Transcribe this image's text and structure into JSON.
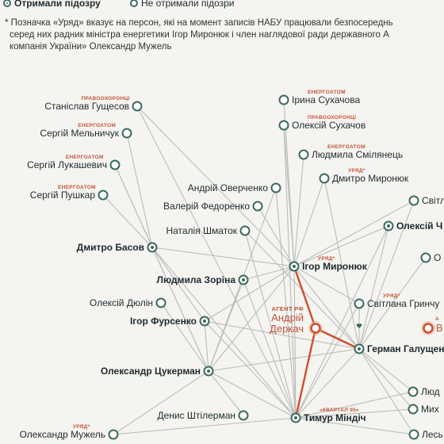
{
  "legend": {
    "suspected": "Отримали підозру",
    "not_suspected": "Не отримали підозри"
  },
  "note": {
    "line1": "* Позначка «Уряд» вказує на персон, які на момент записів НАБУ працювали безпосереднь",
    "line2": "серед них радник міністра енергетики Ігор Миронюк і член наглядової ради державного А",
    "line3": "компанія України» Олександр Мужель"
  },
  "colors": {
    "node_ring": "#3b6b5c",
    "org_tag": "#c2543a",
    "edge": "#b9bcbc",
    "highlight_edge": "#cf4d2f"
  },
  "nodes": [
    {
      "id": "gushchesov",
      "name": "Станіслав Гущесов",
      "tag": "ПРАВООХОРОНЦІ",
      "suspected": false,
      "bold": false
    },
    {
      "id": "melnychuk",
      "name": "Сергій Мельничук",
      "tag": "ЕНЕРГОАТОМ",
      "suspected": false,
      "bold": false
    },
    {
      "id": "lukashevych",
      "name": "Сергій Лукашевич",
      "tag": "ЕНЕРГОАТОМ",
      "suspected": false,
      "bold": false
    },
    {
      "id": "pushkar",
      "name": "Сергій Пушкар",
      "tag": "ЕНЕРГОАТОМ",
      "suspected": false,
      "bold": false
    },
    {
      "id": "sukhachova",
      "name": "Ірина Сухачова",
      "tag": "ЕНЕРГОАТОМ",
      "suspected": false,
      "bold": false
    },
    {
      "id": "sukhachov",
      "name": "Олексій Сухачов",
      "tag": "ПРАВООХОРОНЦІ",
      "suspected": false,
      "bold": false
    },
    {
      "id": "smilianets",
      "name": "Людмила Смілянець",
      "tag": "ЕНЕРГОАТОМ",
      "suspected": false,
      "bold": false
    },
    {
      "id": "d_myroniuk",
      "name": "Дмитро Миронюк",
      "tag": "УРЯД*",
      "suspected": false,
      "bold": false
    },
    {
      "id": "overchenko",
      "name": "Андрій Оверченко",
      "tag": "",
      "suspected": false,
      "bold": false
    },
    {
      "id": "svitl",
      "name": "Світл",
      "tag": "",
      "suspected": false,
      "bold": false
    },
    {
      "id": "fedorenko",
      "name": "Валерій Федоренко",
      "tag": "",
      "suspected": false,
      "bold": false
    },
    {
      "id": "shmatok",
      "name": "Наталія Шматок",
      "tag": "",
      "suspected": false,
      "bold": false
    },
    {
      "id": "oleksii_ch",
      "name": "Олексій Ч",
      "tag": "",
      "suspected": true,
      "bold": true
    },
    {
      "id": "basov",
      "name": "Дмитро Басов",
      "tag": "",
      "suspected": true,
      "bold": true
    },
    {
      "id": "i_myroniuk",
      "name": "Ігор Миронюк",
      "tag": "УРЯД*",
      "suspected": true,
      "bold": true
    },
    {
      "id": "o_right",
      "name": "О",
      "tag": "",
      "suspected": false,
      "bold": false
    },
    {
      "id": "zorina",
      "name": "Людмила Зоріна",
      "tag": "",
      "suspected": true,
      "bold": true
    },
    {
      "id": "diulin",
      "name": "Олексій Дюлін",
      "tag": "",
      "suspected": false,
      "bold": false
    },
    {
      "id": "hrynchuk",
      "name": "Світлана Гринчу",
      "tag": "УРЯД*",
      "suspected": false,
      "bold": false
    },
    {
      "id": "fursenko",
      "name": "Ігор Фурсенко",
      "tag": "",
      "suspected": true,
      "bold": true
    },
    {
      "id": "derkach",
      "name": "Андрій Деркач",
      "tag": "АГЕНТ РФ",
      "suspected": false,
      "bold": false
    },
    {
      "id": "v_right",
      "name": "В",
      "tag": "А",
      "suspected": false,
      "bold": false
    },
    {
      "id": "halushchenko",
      "name": "Герман Галущен",
      "tag": "",
      "suspected": true,
      "bold": true
    },
    {
      "id": "tsukerman",
      "name": "Олександр Цукерман",
      "tag": "",
      "suspected": true,
      "bold": true
    },
    {
      "id": "liud",
      "name": "Люд",
      "tag": "",
      "suspected": false,
      "bold": false
    },
    {
      "id": "shtilerman",
      "name": "Денис Штілерман",
      "tag": "",
      "suspected": false,
      "bold": false
    },
    {
      "id": "mindich",
      "name": "Тимур Міндіч",
      "tag": "«КВАРТАЛ 95»",
      "suspected": true,
      "bold": true
    },
    {
      "id": "mykh",
      "name": "Мих",
      "tag": "",
      "suspected": false,
      "bold": false
    },
    {
      "id": "muzhel",
      "name": "Олександр Мужель",
      "tag": "УРЯД*",
      "suspected": false,
      "bold": false
    },
    {
      "id": "lies",
      "name": "Лесь",
      "tag": "",
      "suspected": false,
      "bold": false
    }
  ],
  "edges": [
    [
      "gushchesov",
      "i_myroniuk"
    ],
    [
      "gushchesov",
      "mindich"
    ],
    [
      "melnychuk",
      "basov"
    ],
    [
      "lukashevych",
      "basov"
    ],
    [
      "lukashevych",
      "tsukerman"
    ],
    [
      "pushkar",
      "basov"
    ],
    [
      "sukhachova",
      "i_myroniuk"
    ],
    [
      "sukhachov",
      "i_myroniuk"
    ],
    [
      "sukhachov",
      "mindich"
    ],
    [
      "smilianets",
      "i_myroniuk"
    ],
    [
      "d_myroniuk",
      "i_myroniuk"
    ],
    [
      "d_myroniuk",
      "halushchenko"
    ],
    [
      "overchenko",
      "mindich"
    ],
    [
      "overchenko",
      "tsukerman"
    ],
    [
      "svitl",
      "i_myroniuk"
    ],
    [
      "svitl",
      "halushchenko"
    ],
    [
      "fedorenko",
      "i_myroniuk"
    ],
    [
      "shmatok",
      "mindich"
    ],
    [
      "shmatok",
      "halushchenko"
    ],
    [
      "oleksii_ch",
      "i_myroniuk"
    ],
    [
      "oleksii_ch",
      "halushchenko"
    ],
    [
      "oleksii_ch",
      "mindich"
    ],
    [
      "basov",
      "mindich"
    ],
    [
      "basov",
      "tsukerman"
    ],
    [
      "basov",
      "fursenko"
    ],
    [
      "basov",
      "i_myroniuk"
    ],
    [
      "i_myroniuk",
      "mindich"
    ],
    [
      "i_myroniuk",
      "zorina"
    ],
    [
      "i_myroniuk",
      "fursenko"
    ],
    [
      "i_myroniuk",
      "tsukerman"
    ],
    [
      "i_myroniuk",
      "halushchenko"
    ],
    [
      "i_myroniuk",
      "hrynchuk"
    ],
    [
      "o_right",
      "halushchenko"
    ],
    [
      "zorina",
      "tsukerman"
    ],
    [
      "zorina",
      "mindich"
    ],
    [
      "diulin",
      "tsukerman"
    ],
    [
      "hrynchuk",
      "halushchenko"
    ],
    [
      "hrynchuk",
      "mindich"
    ],
    [
      "fursenko",
      "tsukerman"
    ],
    [
      "fursenko",
      "mindich"
    ],
    [
      "fursenko",
      "halushchenko"
    ],
    [
      "halushchenko",
      "mindich"
    ],
    [
      "halushchenko",
      "tsukerman"
    ],
    [
      "halushchenko",
      "liud"
    ],
    [
      "halushchenko",
      "mykh"
    ],
    [
      "halushchenko",
      "lies"
    ],
    [
      "tsukerman",
      "mindich"
    ],
    [
      "tsukerman",
      "muzhel"
    ],
    [
      "tsukerman",
      "shtilerman"
    ],
    [
      "mindich",
      "muzhel"
    ],
    [
      "mindich",
      "liud"
    ],
    [
      "mindich",
      "mykh"
    ],
    [
      "mindich",
      "lies"
    ]
  ],
  "highlight_edges": [
    [
      "derkach",
      "i_myroniuk"
    ],
    [
      "derkach",
      "halushchenko"
    ],
    [
      "derkach",
      "mindich"
    ]
  ]
}
